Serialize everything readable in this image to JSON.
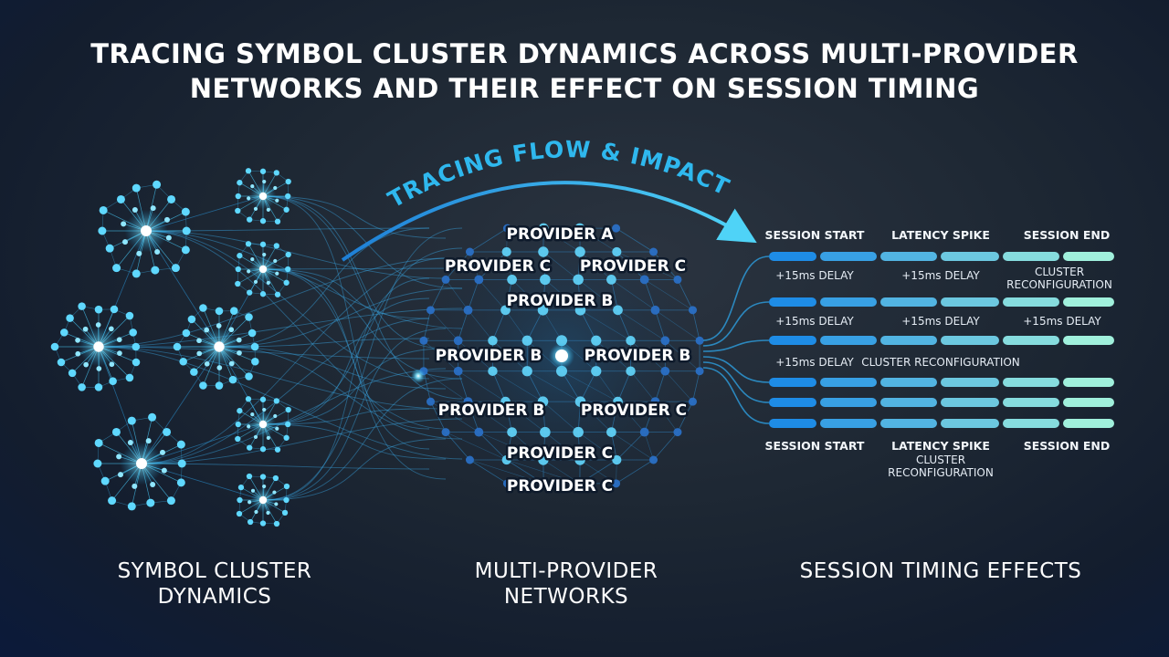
{
  "title": {
    "line1": "TRACING SYMBOL CLUSTER DYNAMICS ACROSS MULTI-PROVIDER",
    "line2": "NETWORKS AND THEIR EFFECT ON SESSION TIMING"
  },
  "flow_label": "TRACING FLOW & IMPACT",
  "providers": [
    {
      "label": "PROVIDER A"
    },
    {
      "label": "PROVIDER C"
    },
    {
      "label": "PROVIDER C"
    },
    {
      "label": "PROVIDER B"
    },
    {
      "label": "PROVIDER B"
    },
    {
      "label": "PROVIDER B"
    },
    {
      "label": "PROVIDER B"
    },
    {
      "label": "PROVIDER C"
    },
    {
      "label": "PROVIDER C"
    },
    {
      "label": "PROVIDER C"
    }
  ],
  "timeline": {
    "top_headers": [
      "SESSION START",
      "LATENCY SPIKE",
      "SESSION END"
    ],
    "row1_notes": [
      "+15ms DELAY",
      "+15ms DELAY",
      "CLUSTER",
      "RECONFIGURATION"
    ],
    "row2_notes": [
      "+15ms DELAY",
      "+15ms DELAY",
      "+15ms DELAY"
    ],
    "row3_notes": [
      "+15ms DELAY",
      "CLUSTER RECONFIGURATION"
    ],
    "bottom_labels": [
      "SESSION START",
      "LATENCY SPIKE",
      "CLUSTER",
      "RECONFIGURATION",
      "SESSION END"
    ]
  },
  "sections": {
    "left": {
      "line1": "SYMBOL CLUSTER",
      "line2": "DYNAMICS"
    },
    "middle": {
      "line1": "MULTI-PROVIDER",
      "line2": "NETWORKS"
    },
    "right": {
      "line1": "SESSION TIMING EFFECTS"
    }
  },
  "colors": {
    "accent": "#2fb8ee",
    "node_glow": "#4fd6ff",
    "bar_start": "#1e88e5",
    "bar_end": "#9ff0e0"
  }
}
